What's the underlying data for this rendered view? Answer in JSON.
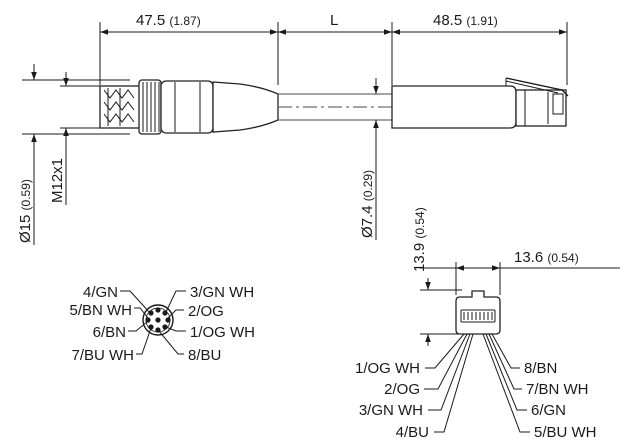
{
  "dimensions": {
    "top_left": {
      "value": "47.5",
      "inch": "(1.87)"
    },
    "top_mid": {
      "value": "L"
    },
    "top_right": {
      "value": "48.5",
      "inch": "(1.91)"
    },
    "dia_conn": {
      "value": "Ø15",
      "inch": "(0.59)"
    },
    "thread": {
      "value": "M12x1"
    },
    "dia_cable": {
      "value": "Ø7.4",
      "inch": "(0.29)"
    },
    "rj_height": {
      "value": "13.9",
      "inch": "(0.54)"
    },
    "rj_width": {
      "value": "13.6",
      "inch": "(0.54)"
    }
  },
  "m12_pins": {
    "left": [
      "4/GN",
      "5/BN WH",
      "6/BN",
      "7/BU WH"
    ],
    "right": [
      "3/GN WH",
      "2/OG",
      "1/OG WH",
      "8/BU"
    ]
  },
  "rj45_pins": {
    "left": [
      "1/OG WH",
      "2/OG",
      "3/GN WH",
      "4/BU"
    ],
    "right": [
      "8/BN",
      "7/BN WH",
      "6/GN",
      "5/BU WH"
    ]
  }
}
